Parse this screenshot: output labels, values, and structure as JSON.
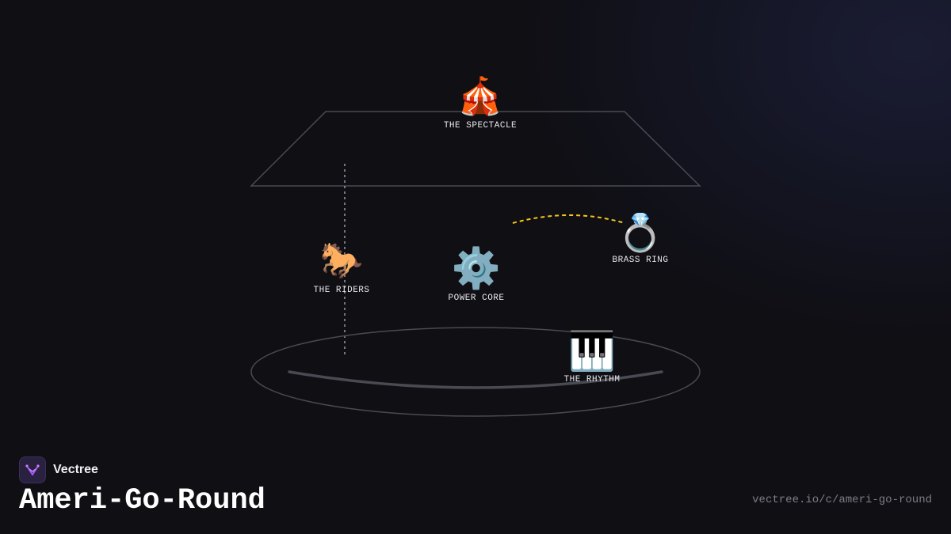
{
  "brand": {
    "name": "Vectree",
    "accent_color": "#a855f7",
    "logo_icon": "vectree-logo-icon"
  },
  "title": "Ameri-Go-Round",
  "url": "vectree.io/c/ameri-go-round",
  "colors": {
    "background": "#0f0f14",
    "outline": "#4a4a52",
    "ring_path": "#f5c518",
    "label": "#e8e8ee"
  },
  "nodes": [
    {
      "id": "spectacle",
      "label": "THE SPECTACLE",
      "icon": "circus-tent-icon",
      "glyph": "🎪"
    },
    {
      "id": "riders",
      "label": "THE RIDERS",
      "icon": "horse-icon",
      "glyph": "🐎"
    },
    {
      "id": "power",
      "label": "POWER CORE",
      "icon": "gear-icon",
      "glyph": "⚙️"
    },
    {
      "id": "brass",
      "label": "BRASS RING",
      "icon": "ring-icon",
      "glyph": "💍"
    },
    {
      "id": "rhythm",
      "label": "THE RHYTHM",
      "icon": "piano-keys-icon",
      "glyph": "🎹"
    }
  ]
}
